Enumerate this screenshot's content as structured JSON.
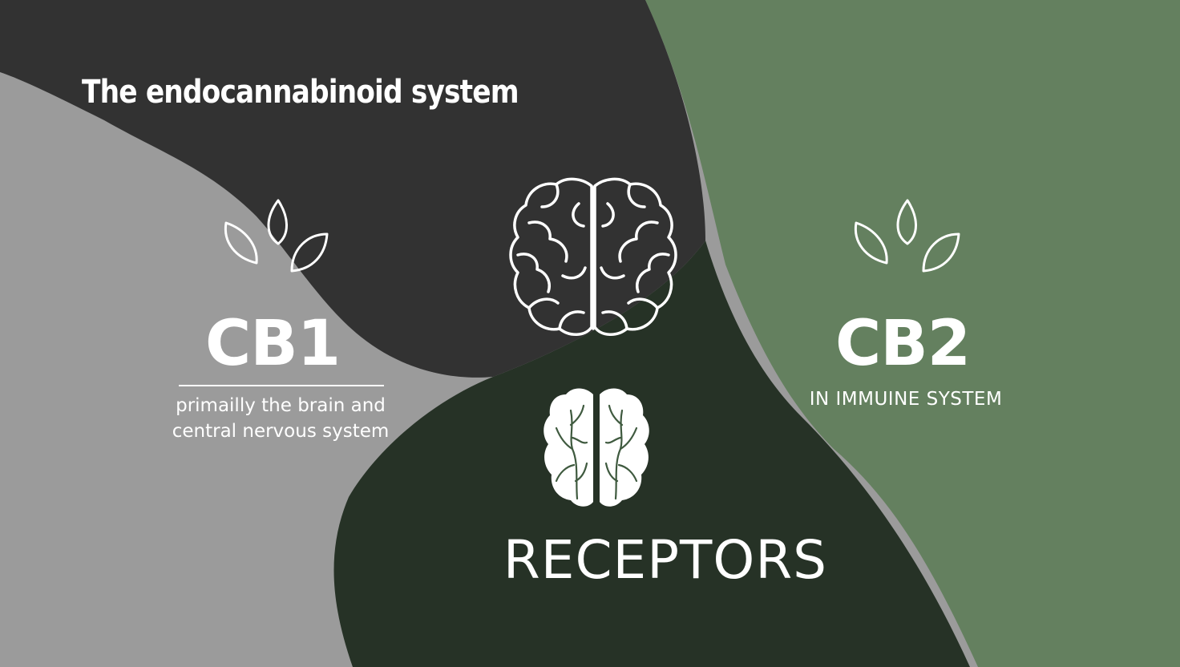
{
  "title": "The endocannabinoid system",
  "cb1": {
    "label": "CB1",
    "description_line1": "primailly the brain and",
    "description_line2": "central nervous system"
  },
  "cb2": {
    "label": "CB2",
    "description": "IN IMMUINE SYSTEM"
  },
  "receptors_label": "RECEPTORS",
  "icons": {
    "left_leaves": "leaves-icon",
    "right_leaves": "leaves-icon",
    "brain_outline": "brain-outline-icon",
    "brain_filled": "brain-filled-icon"
  },
  "colors": {
    "left_region": "#9b9b9b",
    "top_region": "#323232",
    "right_region": "#64805f",
    "bottom_region": "#263226",
    "text": "#ffffff"
  }
}
